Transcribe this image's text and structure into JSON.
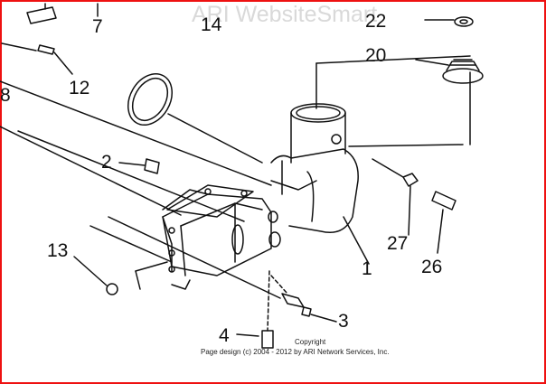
{
  "watermark": "ARI WebsiteSmart",
  "copyright": {
    "line1": "Copyright",
    "line2": "Page design (c) 2004 - 2012 by ARI Network Services, Inc."
  },
  "callouts": [
    "1",
    "2",
    "3",
    "4",
    "7",
    "8",
    "12",
    "13",
    "14",
    "20",
    "22",
    "26",
    "27"
  ],
  "colors": {
    "frame": "#e11111",
    "ink": "#111111",
    "watermark": "#d9d9d9"
  }
}
